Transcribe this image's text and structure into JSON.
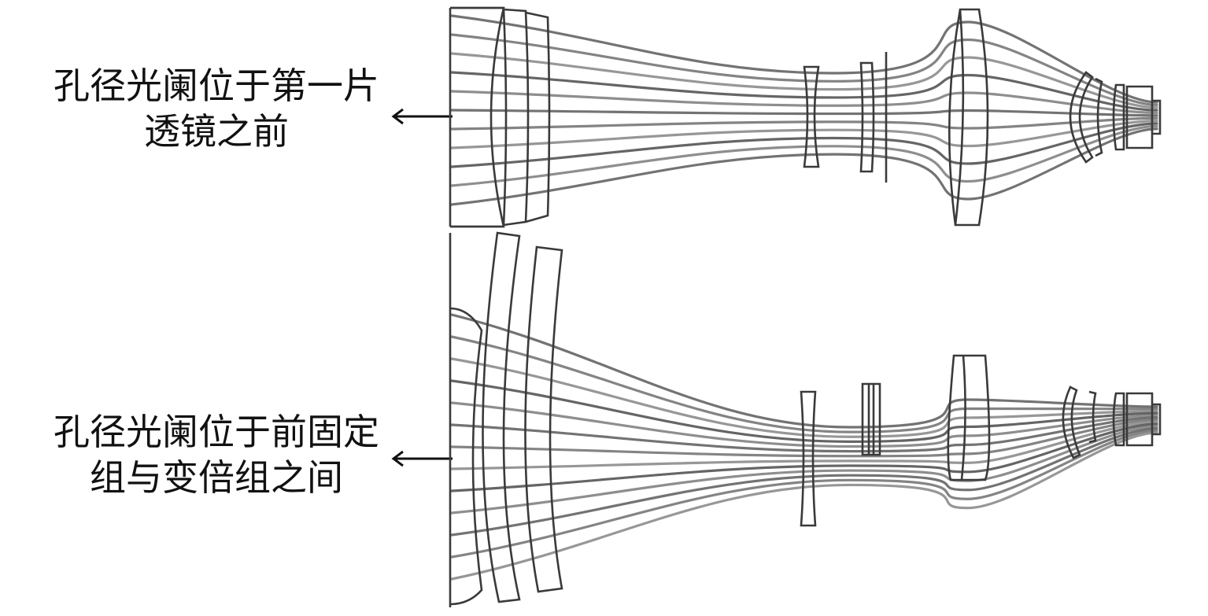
{
  "labels": {
    "top_line1": "孔径光阑位于第一片",
    "top_line2": "透镜之前",
    "bottom_line1": "孔径光阑位于前固定",
    "bottom_line2": "组与变倍组之间"
  },
  "colors": {
    "lens_outline": "#3a3a3a",
    "rays": [
      "#5a5a5a",
      "#6e6e6e",
      "#858585",
      "#4a4a4a",
      "#7a7a7a"
    ],
    "text": "#111111",
    "background": "#ffffff"
  }
}
